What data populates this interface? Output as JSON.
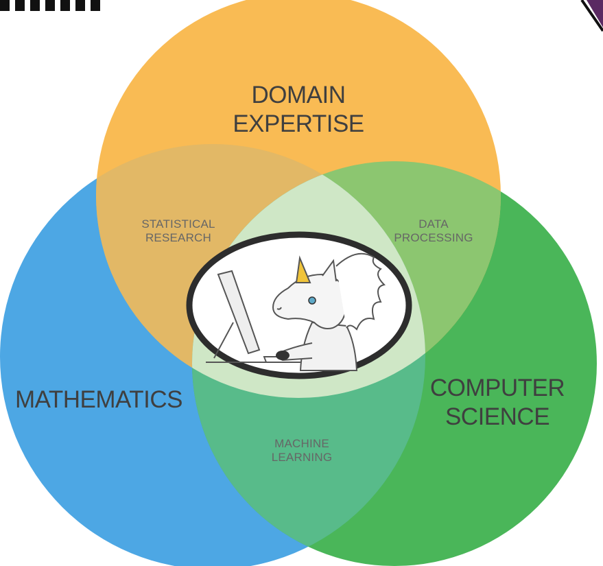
{
  "colors": {
    "domain_expertise": "#f9b74b",
    "mathematics": "#3e9fe2",
    "computer_science": "#3bb04b",
    "overlap_center": "#cfe7c6",
    "badge_border": "#2d2d2d"
  },
  "circles": {
    "domain_expertise": {
      "line1": "DOMAIN",
      "line2": "EXPERTISE"
    },
    "mathematics": {
      "line1": "MATHEMATICS"
    },
    "computer_science": {
      "line1": "COMPUTER",
      "line2": "SCIENCE"
    }
  },
  "overlaps": {
    "statistical_research": {
      "line1": "STATISTICAL",
      "line2": "RESEARCH"
    },
    "data_processing": {
      "line1": "DATA",
      "line2": "PROCESSING"
    },
    "machine_learning": {
      "line1": "MACHINE",
      "line2": "LEARNING"
    }
  },
  "center_badge": {
    "icon": "unicorn-at-computer-icon"
  }
}
